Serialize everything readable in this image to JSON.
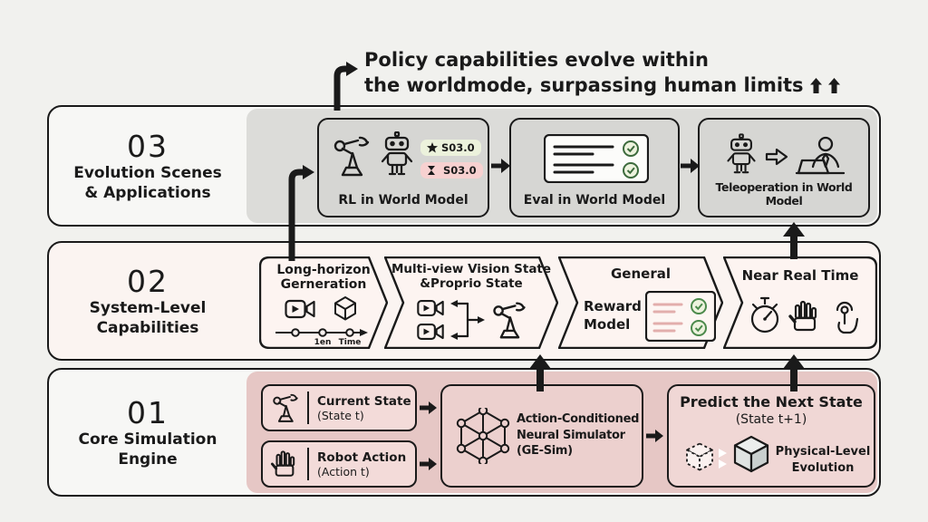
{
  "headline": {
    "line1": "Policy capabilities evolve within",
    "line2": "the worldmode, surpassing human limits"
  },
  "rows": {
    "r03": {
      "number": "03",
      "title1": "Evolution Scenes",
      "title2": "& Applications",
      "boxes": [
        {
          "label": "RL in World Model",
          "badges": [
            {
              "icon": "star-icon",
              "text": "S03.0"
            },
            {
              "icon": "hourglass-icon",
              "text": "S03.0"
            }
          ]
        },
        {
          "label": "Eval in World Model"
        },
        {
          "label": "Teleoperation in World Model"
        }
      ]
    },
    "r02": {
      "number": "02",
      "title1": "System-Level",
      "title2": "Capabilities",
      "chevrons": [
        {
          "line1": "Long-horizon",
          "line2": "Gerneration",
          "tick1": "1en",
          "tick2": "Time"
        },
        {
          "line1": "Multi-view Vision State",
          "line2": "&Proprio State"
        },
        {
          "top": "General",
          "side1": "Reward",
          "side2": "Model"
        },
        {
          "title": "Near Real Time"
        }
      ]
    },
    "r01": {
      "number": "01",
      "title1": "Core Simulation",
      "title2": "Engine",
      "inputs": [
        {
          "title": "Current State",
          "sub": "(State t)"
        },
        {
          "title": "Robot Action",
          "sub": "(Action t)"
        }
      ],
      "simulator": {
        "line1": "Action-Conditioned",
        "line2": "Neural Simulator",
        "line3": "(GE-Sim)"
      },
      "predict": {
        "title": "Predict the Next State",
        "sub": "(State t+1)",
        "note1": "Physical-Level",
        "note2": "Evolution"
      }
    }
  },
  "colors": {
    "background": "#f1f1ee",
    "ink": "#1a1a1a",
    "gray_panel": "#dcdcd9",
    "gray_box": "#d6d6d3",
    "pink_panel": "#e6c7c5",
    "pink_row": "#fbf4f1",
    "chevron_fill": "#fdf4f1",
    "input_box": "#f3dbd9",
    "sim_box": "#ecd0ce",
    "predict_box": "#f0d7d5",
    "badge_green_bg": "#ecf2dc",
    "badge_pink_bg": "#f7d1d0",
    "check_green": "#4c8a4c",
    "check_dark_green": "#3d6b3d"
  }
}
